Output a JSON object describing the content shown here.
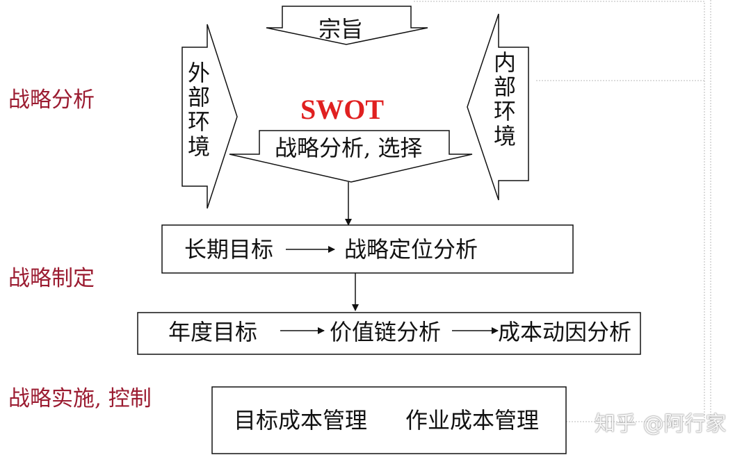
{
  "stages": {
    "analysis": "战略分析",
    "formulation": "战略制定",
    "implementation": "战略实施, 控制"
  },
  "top_arrow_label": "宗旨",
  "swot_label": "SWOT",
  "middle_arrow_label": "战略分析, 选择",
  "left_arrow_label": "外部环境",
  "right_arrow_label": "内部环境",
  "box1": {
    "left": "长期目标",
    "right": "战略定位分析"
  },
  "box2": {
    "left": "年度目标",
    "middle": "价值链分析",
    "right": "成本动因分析"
  },
  "box3": {
    "left": "目标成本管理",
    "right": "作业成本管理"
  },
  "watermark": "知乎 @阿行家",
  "colors": {
    "stage_text": "#9b1c31",
    "swot_text": "#e02020",
    "line": "#111111",
    "dotted_guide": "#b8b8b8"
  }
}
